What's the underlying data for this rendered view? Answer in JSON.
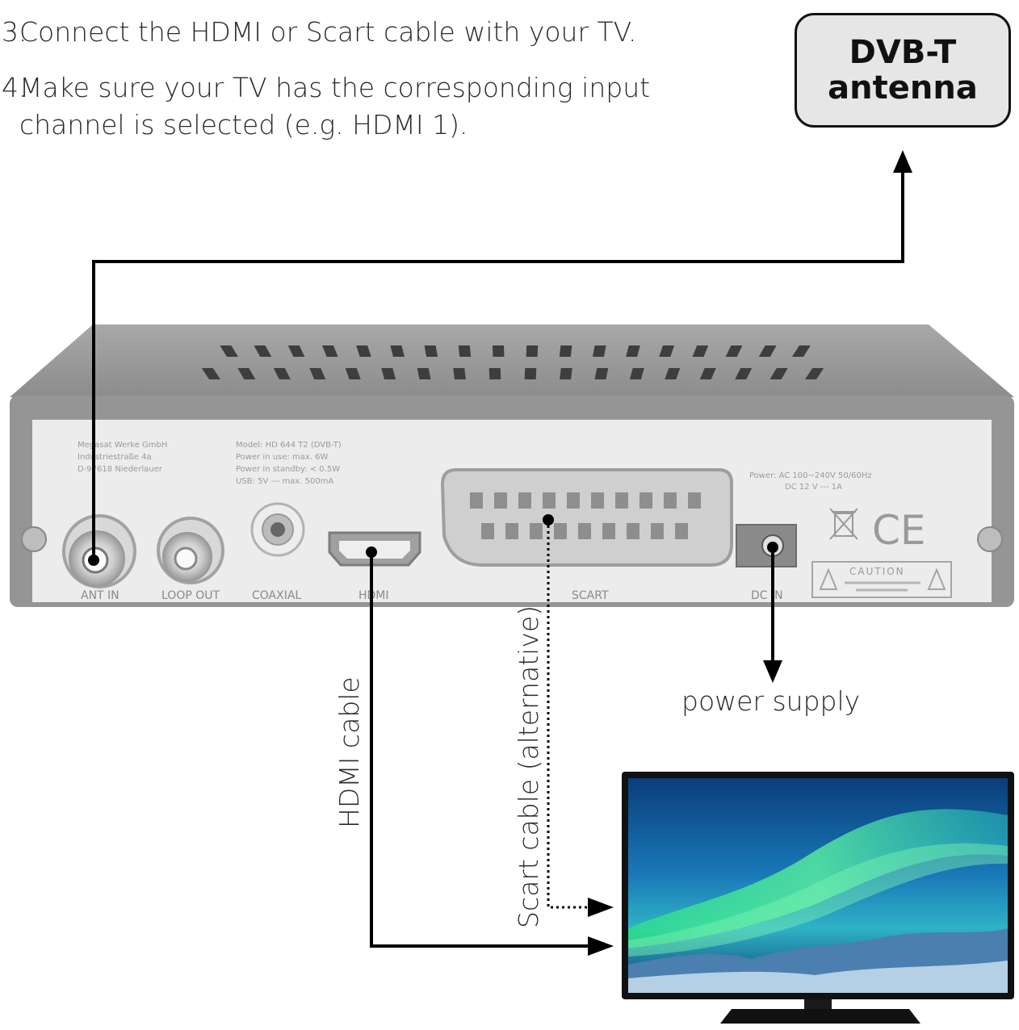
{
  "instructions": [
    {
      "num": "3.",
      "lines": [
        "Connect the HDMI or Scart cable with your TV."
      ]
    },
    {
      "num": "4.",
      "lines": [
        "Make sure your TV has the corresponding input",
        "channel is selected (e.g. HDMI 1)."
      ]
    }
  ],
  "antenna_box": {
    "line1": "DVB-T",
    "line2": "antenna"
  },
  "receiver": {
    "manufacturer": [
      "Megasat Werke GmbH",
      "Industriestraße 4a",
      "D-97618 Niederlauer"
    ],
    "model": [
      "Model: HD 644 T2 (DVB-T)",
      "Power in use: max. 6W",
      "Power in standby: < 0.5W",
      "USB: 5V --- max. 500mA"
    ],
    "power_spec": [
      "Power: AC 100~240V  50/60Hz",
      "DC 12 V --- 1A"
    ],
    "ce_mark": "CE",
    "caution": "CAUTION",
    "ports": {
      "ant_in": "ANT IN",
      "loop_out": "LOOP OUT",
      "coaxial": "COAXIAL",
      "hdmi": "HDMI",
      "scart": "SCART",
      "dc_in": "DC IN"
    }
  },
  "labels": {
    "hdmi_cable": "HDMI cable",
    "scart_cable": "Scart cable (alternative)",
    "power_supply": "power supply"
  },
  "colors": {
    "line": "#000000",
    "receiver_body": "#9e9e9e",
    "receiver_panel": "#e9e9e9",
    "port_text": "#8a8a8a",
    "antenna_box_fill": "#e6e6e6"
  }
}
